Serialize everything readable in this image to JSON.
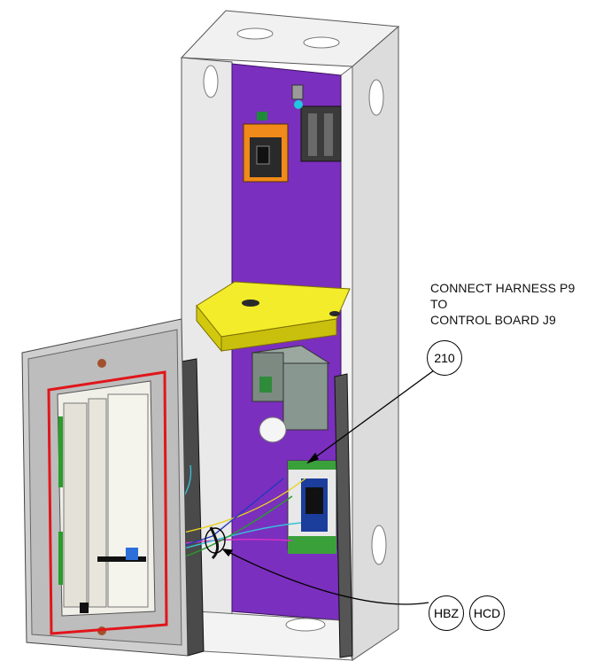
{
  "instruction": {
    "line1": "CONNECT HARNESS P9",
    "line2": "TO",
    "line3": "CONTROL BOARD J9"
  },
  "callouts": {
    "item": "210",
    "code_a": "HBZ",
    "code_b": "HCD"
  },
  "colors": {
    "cabinet_panel": "#7b2fbe",
    "cabinet_body": "#ececec",
    "shelf": "#f2ec2a",
    "board_outline": "#e0161b",
    "harness_outline": "#e0161b"
  }
}
